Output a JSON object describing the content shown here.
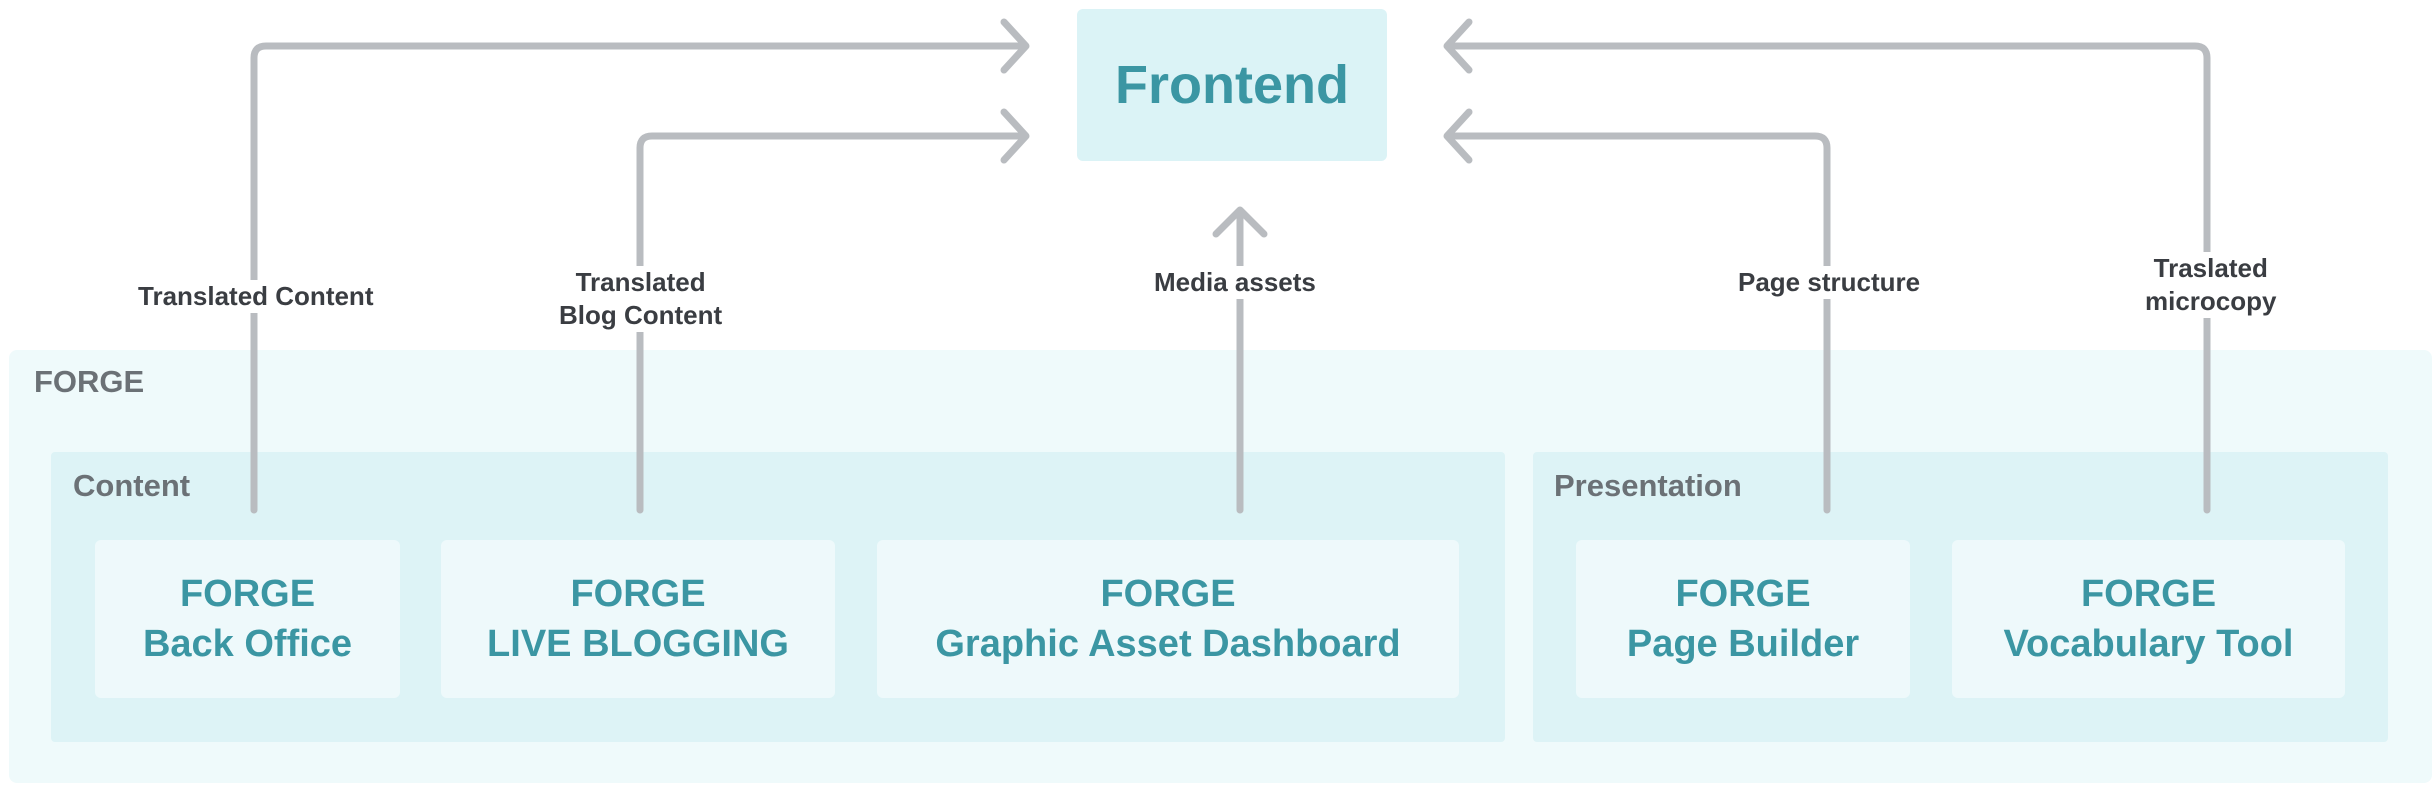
{
  "frontend": {
    "label": "Frontend"
  },
  "forge_panel": {
    "title": "FORGE"
  },
  "groups": [
    {
      "title": "Content",
      "tools": [
        {
          "line1": "FORGE",
          "line2": "Back Office"
        },
        {
          "line1": "FORGE",
          "line2": "LIVE BLOGGING"
        },
        {
          "line1": "FORGE",
          "line2": "Graphic Asset Dashboard"
        }
      ]
    },
    {
      "title": "Presentation",
      "tools": [
        {
          "line1": "FORGE",
          "line2": "Page Builder"
        },
        {
          "line1": "FORGE",
          "line2": "Vocabulary Tool"
        }
      ]
    }
  ],
  "edges": [
    {
      "from": "FORGE Back Office",
      "to": "Frontend",
      "label_lines": [
        "Translated Content"
      ]
    },
    {
      "from": "FORGE LIVE BLOGGING",
      "to": "Frontend",
      "label_lines": [
        "Translated",
        "Blog Content"
      ]
    },
    {
      "from": "FORGE Graphic Asset Dashboard",
      "to": "Frontend",
      "label_lines": [
        "Media assets"
      ]
    },
    {
      "from": "FORGE Page Builder",
      "to": "Frontend",
      "label_lines": [
        "Page structure"
      ]
    },
    {
      "from": "FORGE Vocabulary Tool",
      "to": "Frontend",
      "label_lines": [
        "Traslated",
        "microcopy"
      ]
    }
  ],
  "colors": {
    "accent_text": "#3b96a3",
    "frontend_fill": "#dbf3f6",
    "panel_fill": "#effafb",
    "group_fill": "#ddf3f6",
    "card_fill": "#eef9fb",
    "arrow": "#b9bcc0"
  }
}
